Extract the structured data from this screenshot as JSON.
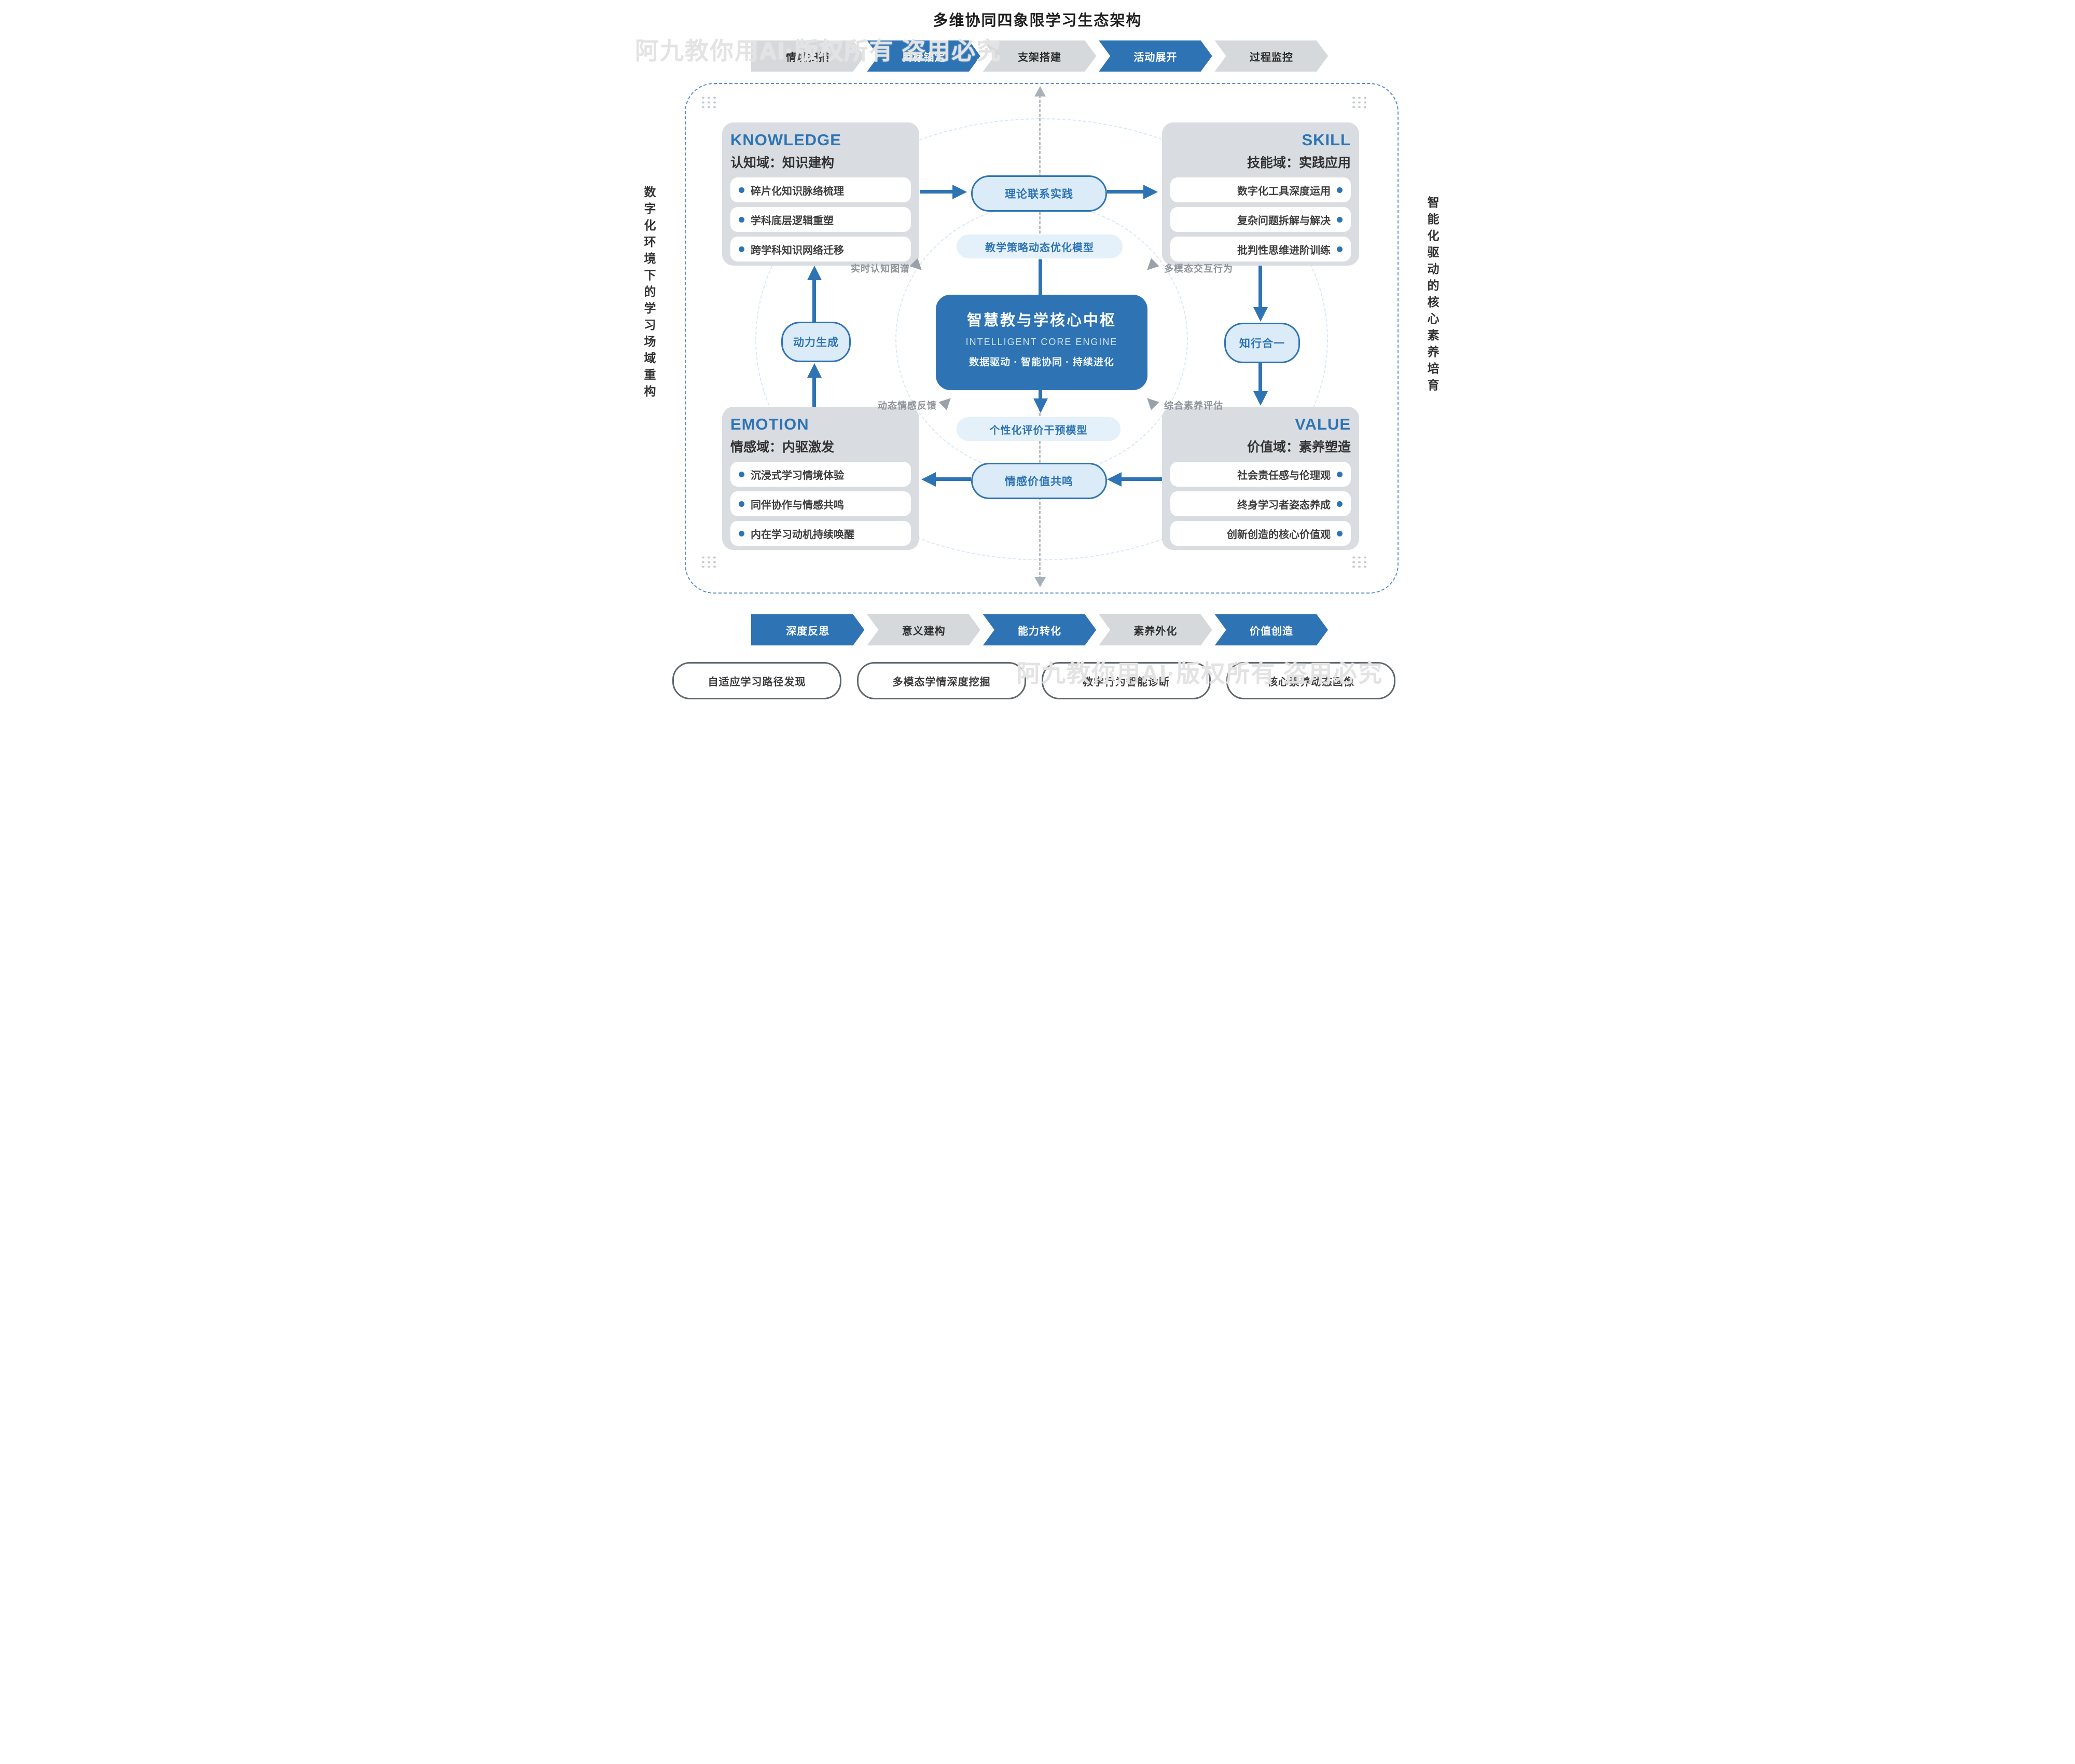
{
  "title": "多维协同四象限学习生态架构",
  "watermark": {
    "text": "阿九教你用AI·版权所有 盗用必究"
  },
  "top_flow": [
    "情境扫描",
    "目标锚定",
    "支架搭建",
    "活动展开",
    "过程监控"
  ],
  "bottom_flow": [
    "深度反思",
    "意义建构",
    "能力转化",
    "素养外化",
    "价值创造"
  ],
  "side_labels": {
    "left": "数字化环境下的学习场域重构",
    "right": "智能化驱动的核心素养培育"
  },
  "quadrants": {
    "knowledge": {
      "en": "KNOWLEDGE",
      "cn": "认知域：知识建构",
      "items": [
        "碎片化知识脉络梳理",
        "学科底层逻辑重塑",
        "跨学科知识网络迁移"
      ]
    },
    "skill": {
      "en": "SKILL",
      "cn": "技能域：实践应用",
      "items": [
        "数字化工具深度运用",
        "复杂问题拆解与解决",
        "批判性思维进阶训练"
      ]
    },
    "emotion": {
      "en": "EMOTION",
      "cn": "情感域：内驱激发",
      "items": [
        "沉浸式学习情境体验",
        "同伴协作与情感共鸣",
        "内在学习动机持续唤醒"
      ]
    },
    "value": {
      "en": "VALUE",
      "cn": "价值域：素养塑造",
      "items": [
        "社会责任感与伦理观",
        "终身学习者姿态养成",
        "创新创造的核心价值观"
      ]
    }
  },
  "hub": {
    "title": "智慧教与学核心中枢",
    "subtitle": "INTELLIGENT CORE ENGINE",
    "tagline": "数据驱动 · 智能协同 · 持续进化"
  },
  "connectors": {
    "theory_practice": "理论联系实践",
    "teaching_model": "教学策略动态优化模型",
    "motivation": "动力生成",
    "knowing_doing": "知行合一",
    "evaluation_model": "个性化评价干预模型",
    "emotion_resonance": "情感价值共鸣"
  },
  "data_labels": {
    "top_left": "实时认知图谱",
    "top_right": "多模态交互行为",
    "bottom_left": "动态情感反馈",
    "bottom_right": "综合素养评估"
  },
  "bottom_pills": [
    "自适应学习路径发现",
    "多模态学情深度挖掘",
    "教学行为智能诊断",
    "核心素养动态画像"
  ],
  "colors": {
    "primary": "#2E74B5",
    "card_bg": "#D9DDE1",
    "pill_bg": "#DCEBF8",
    "strip_bg": "#E4F1FB",
    "chevron_gray": "#D5D9DC"
  }
}
